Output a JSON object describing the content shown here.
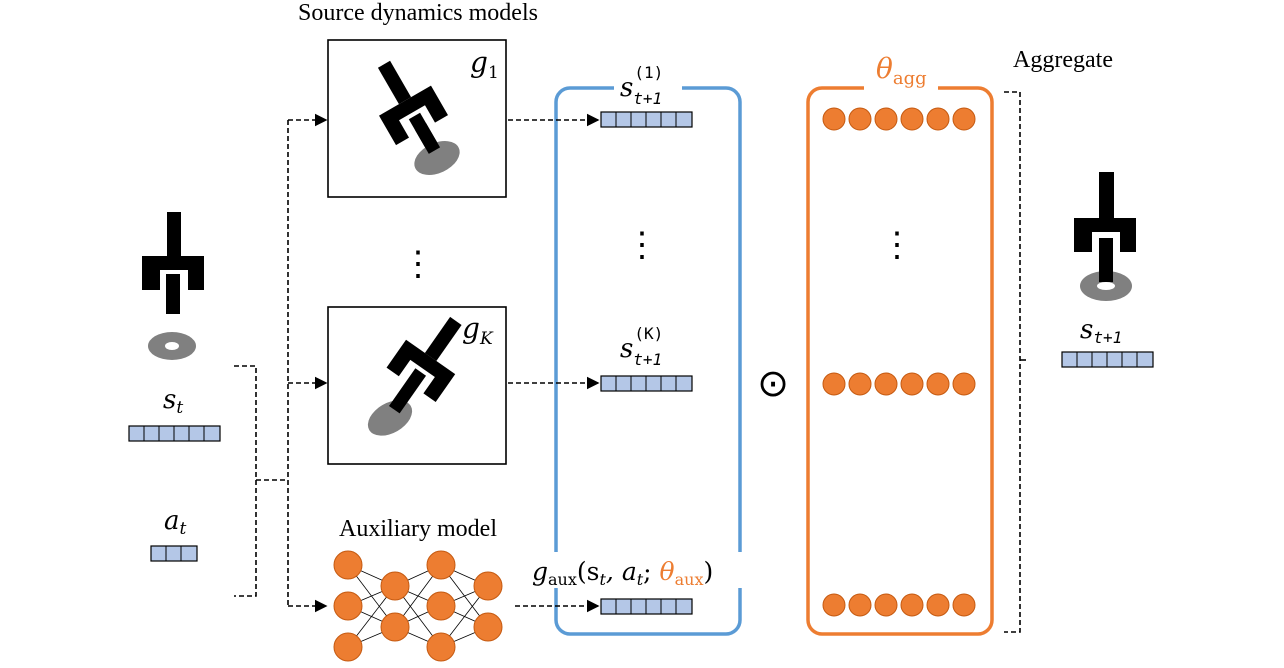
{
  "labels": {
    "source_models": "Source dynamics models",
    "aggregate": "Aggregate",
    "auxiliary": "Auxiliary model",
    "theta_agg": "θ",
    "theta_agg_sub": "agg",
    "g1": "g",
    "g1_sub": "1",
    "gK": "g",
    "gK_sub": "K",
    "s_t": "s",
    "s_t_sub": "t",
    "a_t": "a",
    "a_t_sub": "t",
    "s_next": "s",
    "s_next_sub": "t+1",
    "s1_sup": "(1)",
    "sK_sup": "(K)",
    "s_sub_pred": "t+1",
    "gaux_g": "g",
    "gaux_sub": "aux",
    "gaux_args": "(s",
    "gaux_t1": "t",
    "gaux_mid": ", a",
    "gaux_t2": "t",
    "gaux_semi": "; ",
    "gaux_theta": "θ",
    "gaux_theta_sub": "aux",
    "gaux_close": ")",
    "vdots": "⋮",
    "odot": "⊙"
  },
  "colors": {
    "blue_box": "#5b9bd5",
    "orange": "#ed7d31",
    "vector_fill": "#b4c7e7",
    "gray_object": "#808080"
  }
}
